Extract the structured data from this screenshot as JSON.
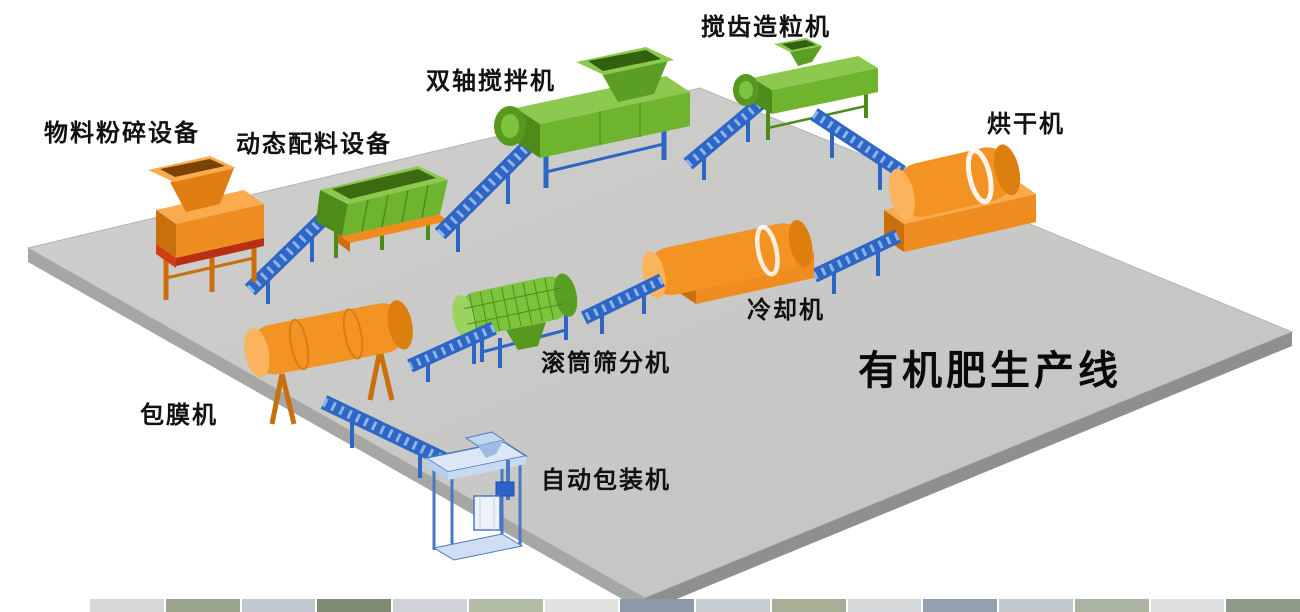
{
  "title": "有机肥生产线",
  "labels": {
    "crusher": "物料粉碎设备",
    "batching": "动态配料设备",
    "mixer": "双轴搅拌机",
    "granulator": "搅齿造粒机",
    "dryer": "烘干机",
    "cooler": "冷却机",
    "screener": "滚筒筛分机",
    "coater": "包膜机",
    "packer": "自动包装机"
  },
  "colors": {
    "machine_orange": "#ef8c1f",
    "machine_orange_light": "#f9ab4e",
    "machine_orange_dark": "#c96f0d",
    "machine_green": "#6fb42e",
    "machine_green_light": "#8cc94e",
    "machine_green_dark": "#4e8c1a",
    "conveyor_blue": "#2d66c4",
    "packer_light_blue": "#dce8f8",
    "platform_gray": "#c9c9c6",
    "accent_red": "#d33b17",
    "label_text": "#111111"
  },
  "bottom_strip": {
    "colors": [
      "#d8d8d6",
      "#9aa48c",
      "#c2c8cf",
      "#7f8b73",
      "#cfd3d8",
      "#b3bda6",
      "#e2e2e0",
      "#8c9aa8",
      "#c8cdd2",
      "#a7b096",
      "#d5d8db",
      "#93a0ae",
      "#c4c9ce",
      "#aab4a0",
      "#dddfe1",
      "#8e9b89"
    ]
  }
}
